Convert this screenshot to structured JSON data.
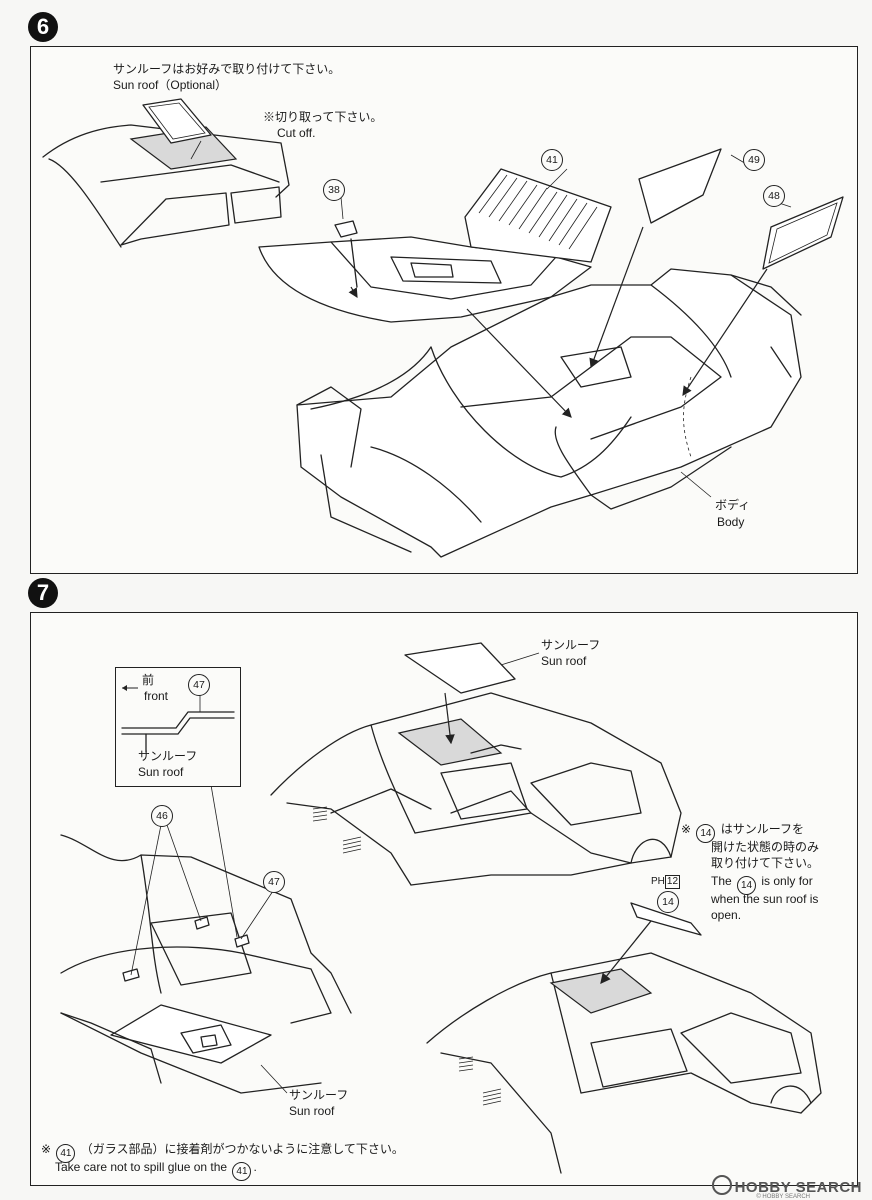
{
  "step6": {
    "number": "6",
    "sunroof_jp": "サンルーフはお好みで取り付けて下さい。",
    "sunroof_en": "Sun roof（Optional）",
    "cutoff_jp": "※切り取って下さい。",
    "cutoff_en": "Cut off.",
    "part_41": "41",
    "part_38": "38",
    "part_49": "49",
    "part_48": "48",
    "body_jp": "ボディ",
    "body_en": "Body"
  },
  "step7": {
    "number": "7",
    "inset_front_jp": "前",
    "inset_front_en": "front",
    "inset_part": "47",
    "inset_sunroof_jp": "サンルーフ",
    "inset_sunroof_en": "Sun roof",
    "top_sunroof_jp": "サンルーフ",
    "top_sunroof_en": "Sun roof",
    "part_46": "46",
    "part_47": "47",
    "bottom_sunroof_jp": "サンルーフ",
    "bottom_sunroof_en": "Sun roof",
    "note14_l1": "※",
    "note14_part": "14",
    "note14_l1b": "はサンルーフを",
    "note14_l2": "開けた状態の時のみ",
    "note14_l3": "取り付けて下さい。",
    "note14_l4a": "The",
    "note14_l4b": "is only for",
    "note14_l5": "when the sun roof is",
    "note14_l6": "open.",
    "ph_label": "PH",
    "ph_number": "12",
    "part_14": "14",
    "glue_l1_a": "※",
    "glue_part": "41",
    "glue_l1_b": "（ガラス部品）に接着剤がつかないように注意して下さい。",
    "glue_l2_a": "Take care not to spill glue on the",
    "glue_l2_b": "."
  },
  "watermark": {
    "brand": "HOBBY SEARCH",
    "sub": "© HOBBY SEARCH"
  }
}
